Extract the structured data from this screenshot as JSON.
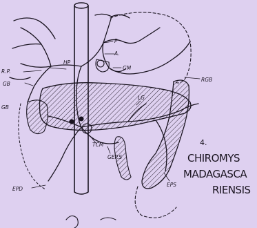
{
  "figure": {
    "number": "4.",
    "species_line1": "CHIROMYS",
    "species_line2": "MADAGASCA",
    "species_line3": "RIENSIS"
  },
  "labels": {
    "p": "P",
    "a": "A.",
    "gm": "GM",
    "hp": "HP",
    "rp": "R.P.",
    "gb1": "GB",
    "gb2": "GB",
    "rgb": "RGB",
    "lg": "LG",
    "tcm": "TCM",
    "geps": "GEP.S",
    "epd": "EPD",
    "eps": "EPS"
  },
  "colors": {
    "background": "#ded0f0",
    "ink": "#1a1420"
  }
}
